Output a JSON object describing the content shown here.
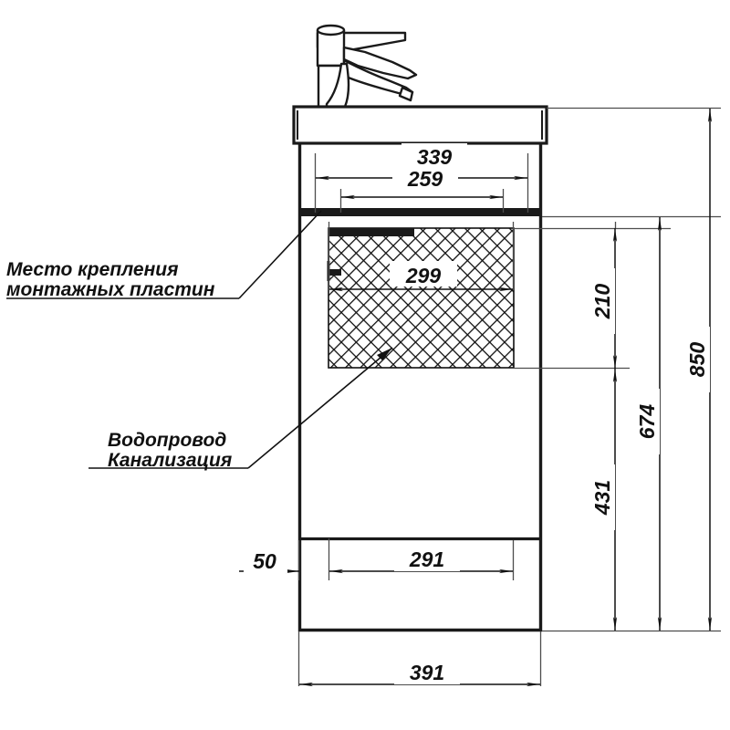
{
  "drawing": {
    "title": "Bathroom vanity cabinet with washbasin - technical dimension drawing",
    "units": "mm",
    "line_color": "#1a1a1a",
    "thin_line_color": "#4d4d4d",
    "background": "#ffffff",
    "hatch_color": "#111111"
  },
  "annotations": [
    {
      "id": "mounting-plates",
      "line1": "Место крепления",
      "line2": "монтажных пластин"
    },
    {
      "id": "plumbing",
      "line1": "Водопровод",
      "line2": "Канализация"
    }
  ],
  "dimensions": {
    "horizontal": [
      {
        "id": "dim-339",
        "value": "339"
      },
      {
        "id": "dim-259",
        "value": "259"
      },
      {
        "id": "dim-299",
        "value": "299"
      },
      {
        "id": "dim-50",
        "value": "50"
      },
      {
        "id": "dim-291",
        "value": "291"
      },
      {
        "id": "dim-391",
        "value": "391"
      }
    ],
    "vertical": [
      {
        "id": "dim-210",
        "value": "210"
      },
      {
        "id": "dim-431",
        "value": "431"
      },
      {
        "id": "dim-674",
        "value": "674"
      },
      {
        "id": "dim-850",
        "value": "850"
      }
    ]
  },
  "parts": [
    {
      "id": "faucet",
      "name": "single-lever-faucet"
    },
    {
      "id": "washbasin",
      "name": "washbasin-countertop"
    },
    {
      "id": "cabinet",
      "name": "vanity-cabinet-body"
    },
    {
      "id": "service-zone",
      "name": "plumbing-service-hatch-area"
    },
    {
      "id": "mounting-plate",
      "name": "mounting-plate-bar"
    },
    {
      "id": "plinth",
      "name": "cabinet-plinth"
    }
  ]
}
